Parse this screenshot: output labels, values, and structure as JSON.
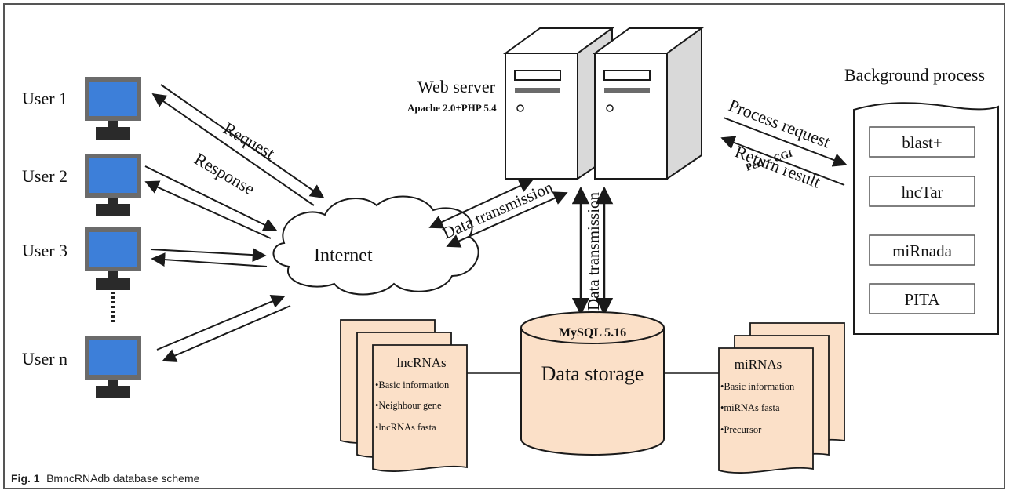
{
  "colors": {
    "monitor_screen": "#3d7fd9",
    "monitor_frame": "#6b6b6b",
    "monitor_base": "#2a2a2a",
    "doc_fill": "#fbe0c8",
    "server_fill": "#ffffff",
    "server_shade": "#d9d9d9",
    "stroke": "#1a1a1a"
  },
  "users": [
    {
      "label": "User 1"
    },
    {
      "label": "User 2"
    },
    {
      "label": "User 3"
    },
    {
      "label": "User n"
    }
  ],
  "arrows_left": {
    "request": "Request",
    "response": "Response"
  },
  "internet_label": "Internet",
  "web_server": {
    "title": "Web server",
    "subtitle": "Apache 2.0+PHP 5.4"
  },
  "data_transmission_1": "Data transmission",
  "data_transmission_2": "Data transmission",
  "process_request": "Process request",
  "return_result": "Return result",
  "perl_cgi": "Perl + CGI",
  "background": {
    "title": "Background process",
    "tools": [
      "blast+",
      "lncTar",
      "miRnada",
      "PITA"
    ]
  },
  "database": {
    "name": "MySQL 5.16",
    "label": "Data storage"
  },
  "lncrnas": {
    "title": "lncRNAs",
    "items": [
      "•Basic information",
      "•Neighbour gene",
      "•lncRNAs fasta"
    ]
  },
  "mirnas": {
    "title": "miRNAs",
    "items": [
      "•Basic information",
      "•miRNAs fasta",
      "•Precursor"
    ]
  },
  "caption": {
    "label": "Fig. 1",
    "text": "BmncRNAdb database scheme"
  }
}
